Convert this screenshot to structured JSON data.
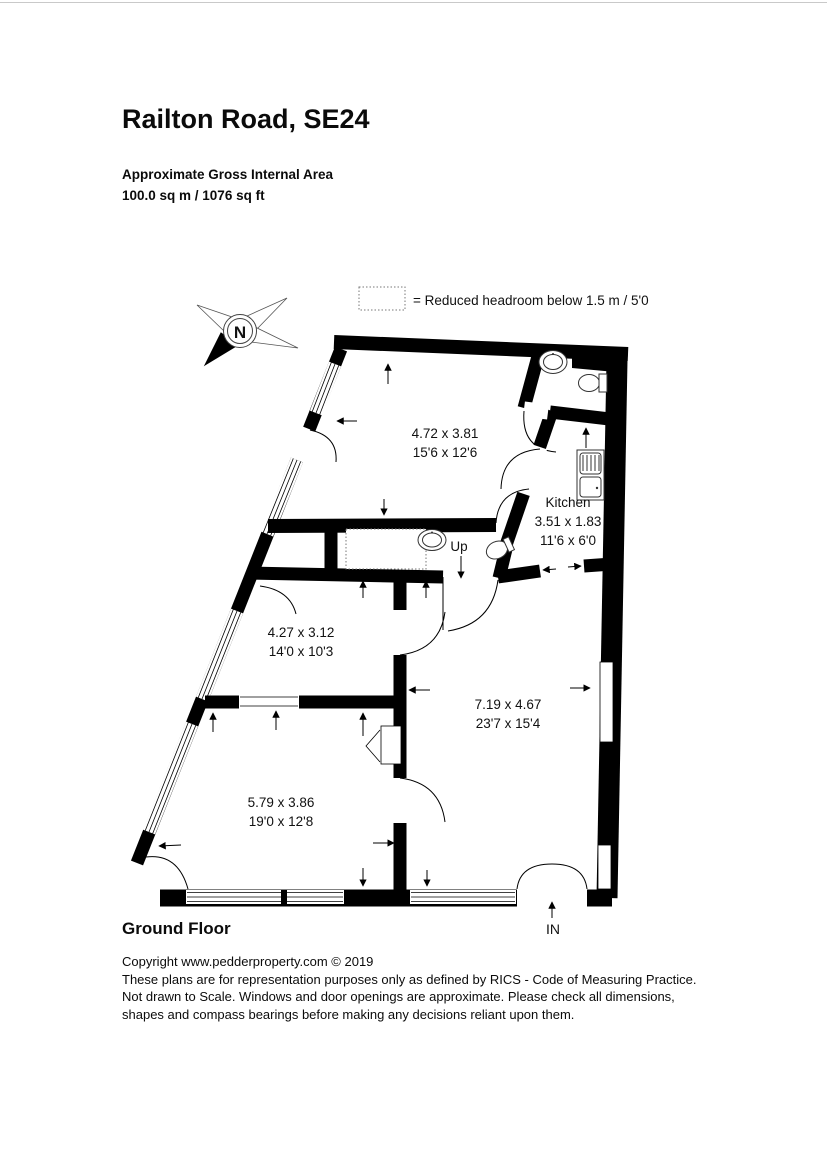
{
  "header": {
    "title": "Railton Road, SE24",
    "area_label": "Approximate Gross Internal Area",
    "area_value": "100.0 sq m / 1076 sq ft"
  },
  "legend": {
    "text": "=  Reduced headroom below 1.5 m / 5'0"
  },
  "compass": {
    "north_label": "N"
  },
  "rooms": {
    "top_reception": {
      "metric": "4.72 x 3.81",
      "imperial": "15'6 x 12'6"
    },
    "kitchen": {
      "name": "Kitchen",
      "metric": "3.51 x 1.83",
      "imperial": "11'6 x 6'0"
    },
    "middle_left": {
      "metric": "4.27 x 3.12",
      "imperial": "14'0 x 10'3"
    },
    "right_reception": {
      "metric": "7.19 x 4.67",
      "imperial": "23'7 x 15'4"
    },
    "bottom_left": {
      "metric": "5.79 x 3.86",
      "imperial": "19'0 x 12'8"
    }
  },
  "labels": {
    "stairs": "Up",
    "entrance": "IN"
  },
  "footer": {
    "floor": "Ground Floor",
    "copyright": "Copyright www.pedderproperty.com © 2019",
    "disclaimer": [
      "These plans are for representation purposes only as defined by RICS - Code of Measuring Practice.",
      "Not drawn to Scale. Windows and door openings are approximate. Please check all dimensions,",
      "shapes and compass bearings before making any decisions reliant upon them."
    ]
  },
  "colors": {
    "ink": "#000000",
    "paper": "#ffffff"
  }
}
